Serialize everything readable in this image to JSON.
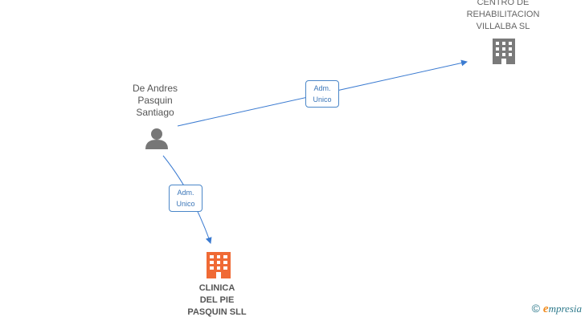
{
  "nodes": {
    "person": {
      "label": "De Andres\nPasquin\nSantiago",
      "icon": "person-icon"
    },
    "company_top": {
      "label": "CENTRO DE\nREHABILITACION\nVILLALBA SL",
      "icon": "building-icon"
    },
    "company_main": {
      "label": "CLINICA\nDEL PIE\nPASQUIN  SLL",
      "icon": "building-icon"
    }
  },
  "edges": [
    {
      "from": "person",
      "to": "company_top",
      "label": "Adm.\nUnico"
    },
    {
      "from": "person",
      "to": "company_main",
      "label": "Adm.\nUnico"
    }
  ],
  "colors": {
    "edge": "#3b7bd1",
    "building_default": "#7a7a7a",
    "building_highlight": "#f06a35",
    "person": "#777777"
  },
  "brand": {
    "copyright": "©",
    "initial": "e",
    "rest": "mpresia"
  }
}
